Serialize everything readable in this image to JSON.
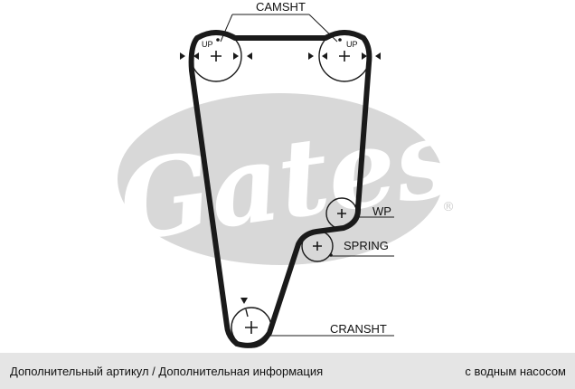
{
  "diagram": {
    "labels": {
      "camshaft": "CAMSHT",
      "water_pump": "WP",
      "tensioner_spring": "SPRING",
      "crankshaft": "CRANSHT",
      "up_left": "UP",
      "up_right": "UP"
    },
    "logo": {
      "brand": "Gates",
      "registered_mark": "®"
    },
    "colors": {
      "belt": "#1a1a1a",
      "logo": "#d8d8d8",
      "footer_bg": "#e5e5e5"
    }
  },
  "footer": {
    "left_text": "Дополнительный артикул / Дополнительная информация",
    "right_text": "с водным насосом"
  }
}
